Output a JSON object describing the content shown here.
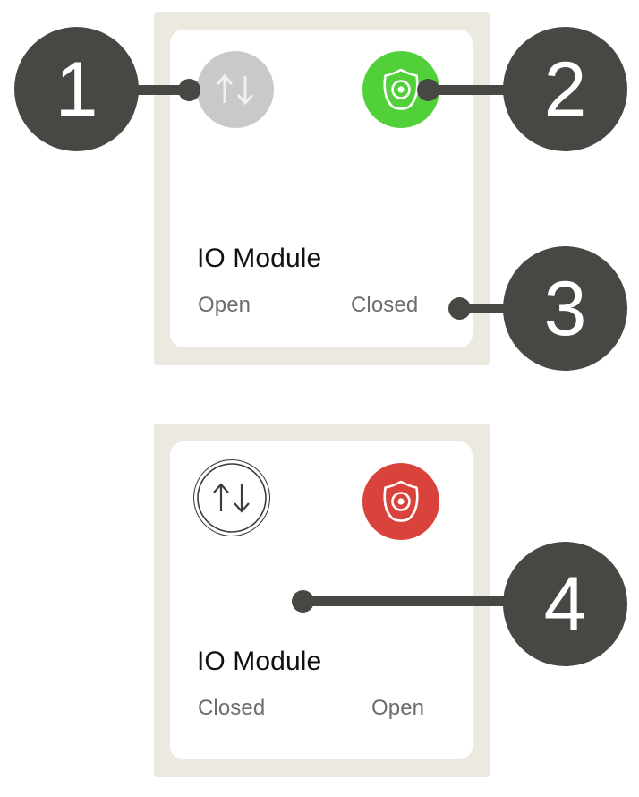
{
  "diagram": {
    "type": "annotated-ui-callout",
    "background_color": "#ffffff",
    "frame_color": "#ece9e0",
    "card_color": "#ffffff",
    "callout_color": "#474744"
  },
  "cards": [
    {
      "id": "io-module-open-closed",
      "title": "IO Module",
      "left_status": "Open",
      "right_status": "Closed",
      "toggle_icon": {
        "name": "up-down-arrows-icon",
        "style": "filled",
        "circle_color": "#c9c9c9",
        "glyph_color": "#ffffff"
      },
      "shield_icon": {
        "name": "shield-sensor-icon",
        "style": "filled",
        "circle_color": "#52d03a",
        "glyph_color": "#ffffff"
      }
    },
    {
      "id": "io-module-closed-open",
      "title": "IO Module",
      "left_status": "Closed",
      "right_status": "Open",
      "toggle_icon": {
        "name": "up-down-arrows-icon",
        "style": "outline",
        "circle_color": "#ffffff",
        "glyph_color": "#3b3b3b"
      },
      "shield_icon": {
        "name": "shield-sensor-icon",
        "style": "filled",
        "circle_color": "#d9433c",
        "glyph_color": "#ffffff"
      }
    }
  ],
  "callouts": [
    {
      "number": "1",
      "target": "card-1 toggle icon (inactive, gray)"
    },
    {
      "number": "2",
      "target": "card-1 shield icon (green)"
    },
    {
      "number": "3",
      "target": "card-1 right status label (Closed)"
    },
    {
      "number": "4",
      "target": "card-2 body area"
    }
  ]
}
